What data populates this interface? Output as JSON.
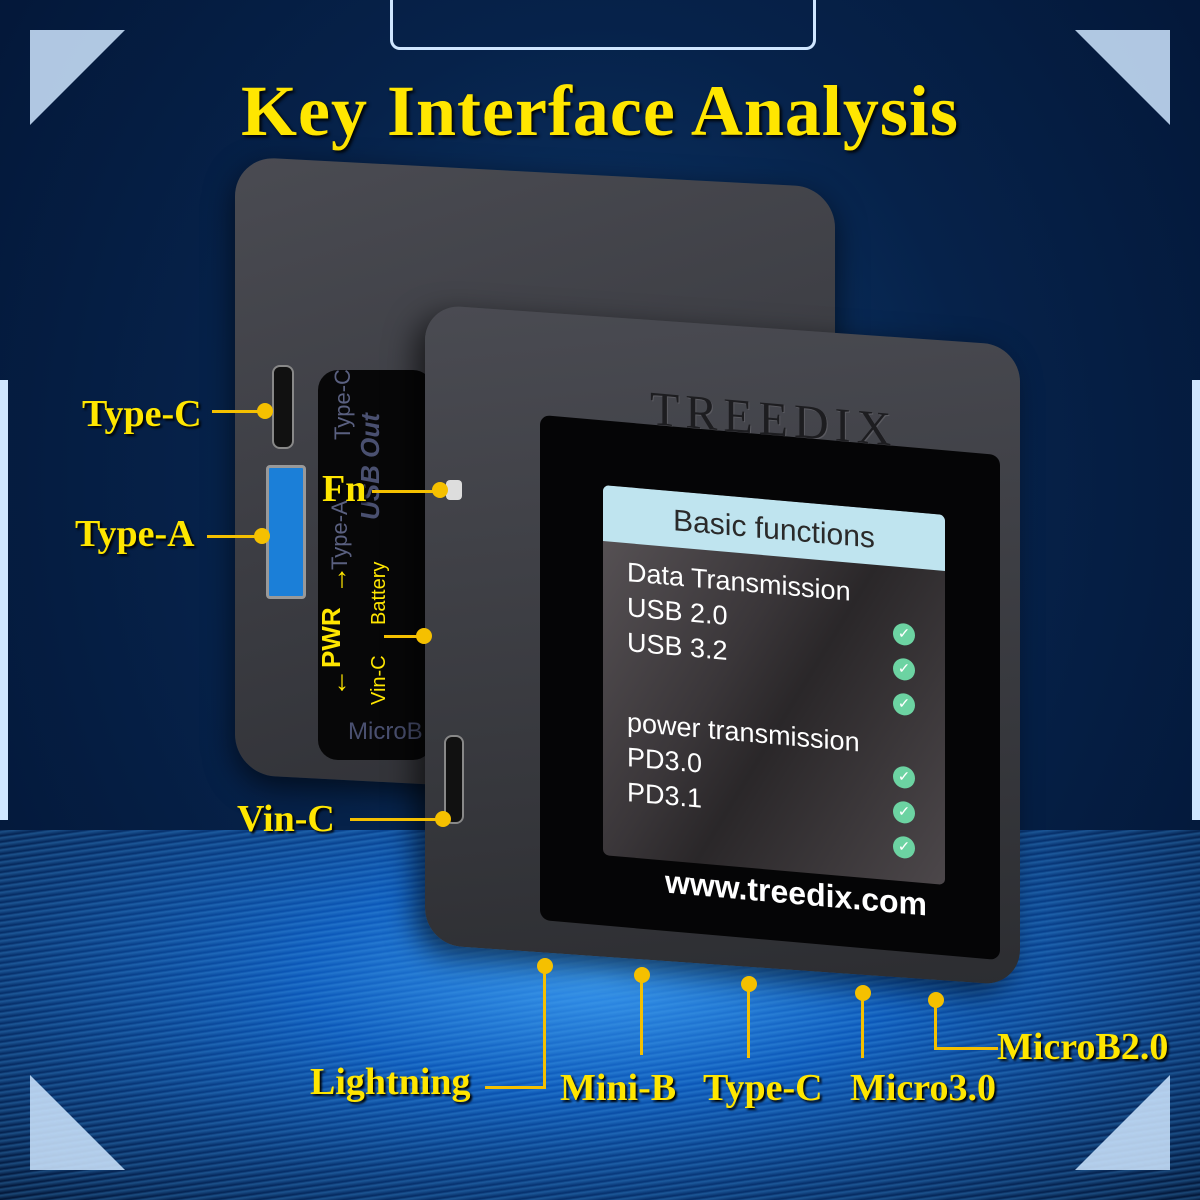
{
  "title": "Key Interface Analysis",
  "colors": {
    "accent": "#FFE600",
    "background": "#06224A",
    "check": "#6CD3A2"
  },
  "device": {
    "brand": "TREEDIX",
    "url": "www.treedix.com",
    "side_labels": {
      "type_c": "Type-C",
      "usb_out": "USB Out",
      "type_a": "Type-A",
      "pwr": "PWR",
      "battery": "Battery",
      "vin_c": "Vin-C",
      "microb": "MicroB"
    },
    "screen": {
      "header": "Basic functions",
      "lines": [
        "Data Transmission",
        "USB  2.0",
        "USB  3.2",
        "power transmission",
        "PD3.0",
        "PD3.1"
      ],
      "check_icon": "check-circle-icon"
    }
  },
  "callouts": {
    "type_c_left": "Type-C",
    "type_a": "Type-A",
    "fn": "Fn",
    "vin_c": "Vin-C",
    "lightning": "Lightning",
    "mini_b": "Mini-B",
    "type_c_bottom": "Type-C",
    "micro30": "Micro3.0",
    "microb20": "MicroB2.0"
  }
}
